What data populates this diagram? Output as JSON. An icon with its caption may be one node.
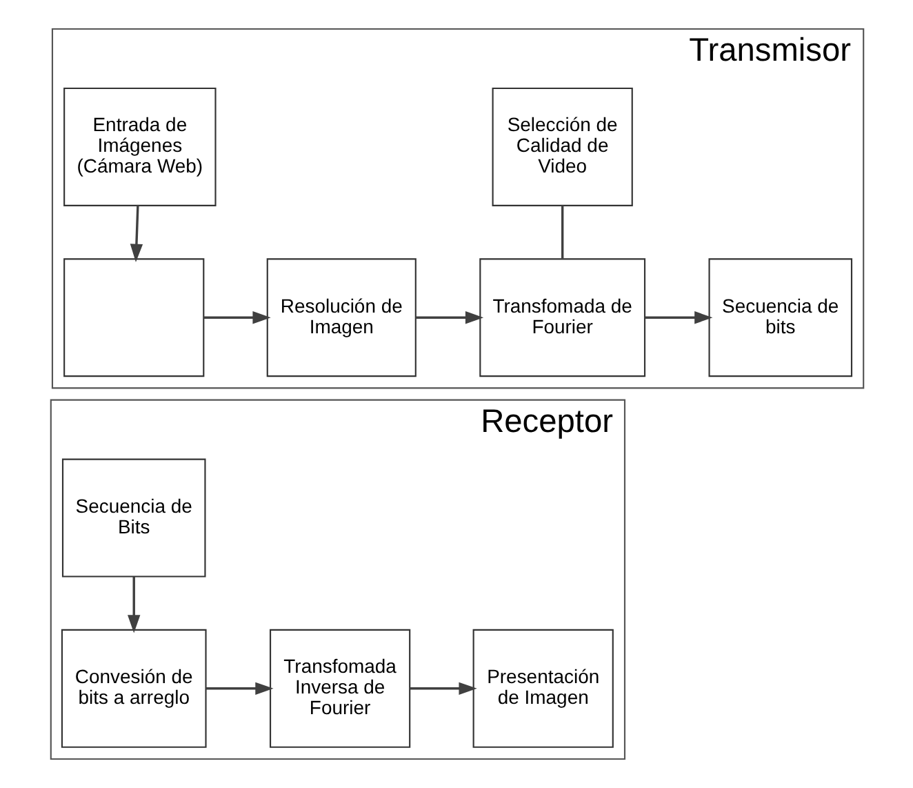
{
  "diagram": {
    "nodes": [
      {
        "text": [
          "Transmisor"
        ]
      },
      {
        "text": [
          "Entrada de Imágenes (Cámara Web)"
        ],
        "in": 0
      },
      {
        "text": [
          "Selección de Calidad de Video"
        ],
        "in": 0
      },
      {
        "text": [],
        "shape": "box",
        "in": 0
      },
      {
        "text": [
          "Resolución de Imagen"
        ],
        "in": 0
      },
      {
        "text": [
          "Transfomada de Fourier"
        ],
        "in": 0
      },
      {
        "text": [
          "Secuencia de bits"
        ],
        "in": 0
      },
      {
        "text": [
          "Receptor"
        ]
      },
      {
        "text": [
          "Secuencia de Bits"
        ],
        "in": 7
      },
      {
        "text": [
          "Convesión de bits a arreglo"
        ],
        "in": 7
      },
      {
        "text": [
          "Transfomada Inversa de Fourier"
        ],
        "in": 7
      },
      {
        "text": [
          "Presentación de Imagen"
        ],
        "in": 7
      }
    ],
    "edges": [
      {
        "from": 1,
        "to": 3,
        "arrow": "to"
      },
      {
        "from": 3,
        "to": 4,
        "arrow": "to"
      },
      {
        "from": 4,
        "to": 5,
        "arrow": "to"
      },
      {
        "from": 2,
        "to": 5,
        "arrow": "none"
      },
      {
        "from": 5,
        "to": 6,
        "arrow": "to"
      },
      {
        "from": 8,
        "to": 9,
        "arrow": "to"
      },
      {
        "from": 9,
        "to": 10,
        "arrow": "to"
      },
      {
        "from": 10,
        "to": 11,
        "arrow": "to"
      }
    ]
  }
}
